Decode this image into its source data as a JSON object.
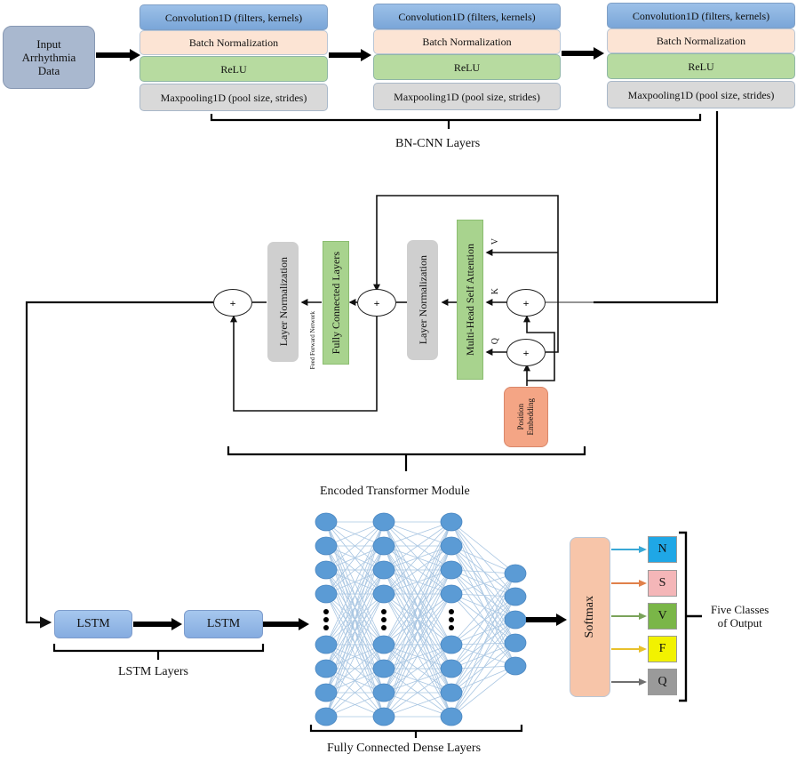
{
  "input": {
    "label_lines": [
      "Input",
      "Arrhythmia",
      "Data"
    ]
  },
  "cnn_blocks": [
    {
      "conv": "Convolution1D (filters, kernels)",
      "bn": "Batch Normalization",
      "relu": "ReLU",
      "pool": "Maxpooling1D (pool size, strides)"
    },
    {
      "conv": "Convolution1D (filters, kernels)",
      "bn": "Batch Normalization",
      "relu": "ReLU",
      "pool": "Maxpooling1D (pool size, strides)"
    },
    {
      "conv": "Convolution1D (filters, kernels)",
      "bn": "Batch Normalization",
      "relu": "ReLU",
      "pool": "Maxpooling1D (pool size, strides)"
    }
  ],
  "cnn_group_label": "BN-CNN Layers",
  "transformer": {
    "layer_norm_1": "Layer Normalization",
    "layer_norm_2": "Layer Normalization",
    "fully_connected": "Fully Connected Layers",
    "feed_forward_label": "Feed Forward Network",
    "attention": "Multi-Head Self Attention",
    "position_embedding_lines": [
      "Position",
      "Embedding"
    ],
    "inputs": {
      "v": "V",
      "k": "K",
      "q": "Q"
    },
    "plus_symbol": "+",
    "group_label": "Encoded Transformer Module"
  },
  "lstm": {
    "cells": [
      "LSTM",
      "LSTM"
    ],
    "group_label": "LSTM Layers"
  },
  "dense": {
    "group_label": "Fully Connected Dense Layers",
    "ellipsis": "⋮"
  },
  "softmax": {
    "label": "Softmax"
  },
  "outputs": {
    "classes": [
      {
        "label": "N",
        "color": "#1fa7e6",
        "arrow_color": "#3aa8d6"
      },
      {
        "label": "S",
        "color": "#f4b6b8",
        "arrow_color": "#e0804a"
      },
      {
        "label": "V",
        "color": "#7ab648",
        "arrow_color": "#7aa35a"
      },
      {
        "label": "F",
        "color": "#f2f200",
        "arrow_color": "#e8c02c"
      },
      {
        "label": "Q",
        "color": "#9a9a9a",
        "arrow_color": "#6f6f6f"
      }
    ],
    "group_label_lines": [
      "Five Classes",
      "of Output"
    ]
  }
}
